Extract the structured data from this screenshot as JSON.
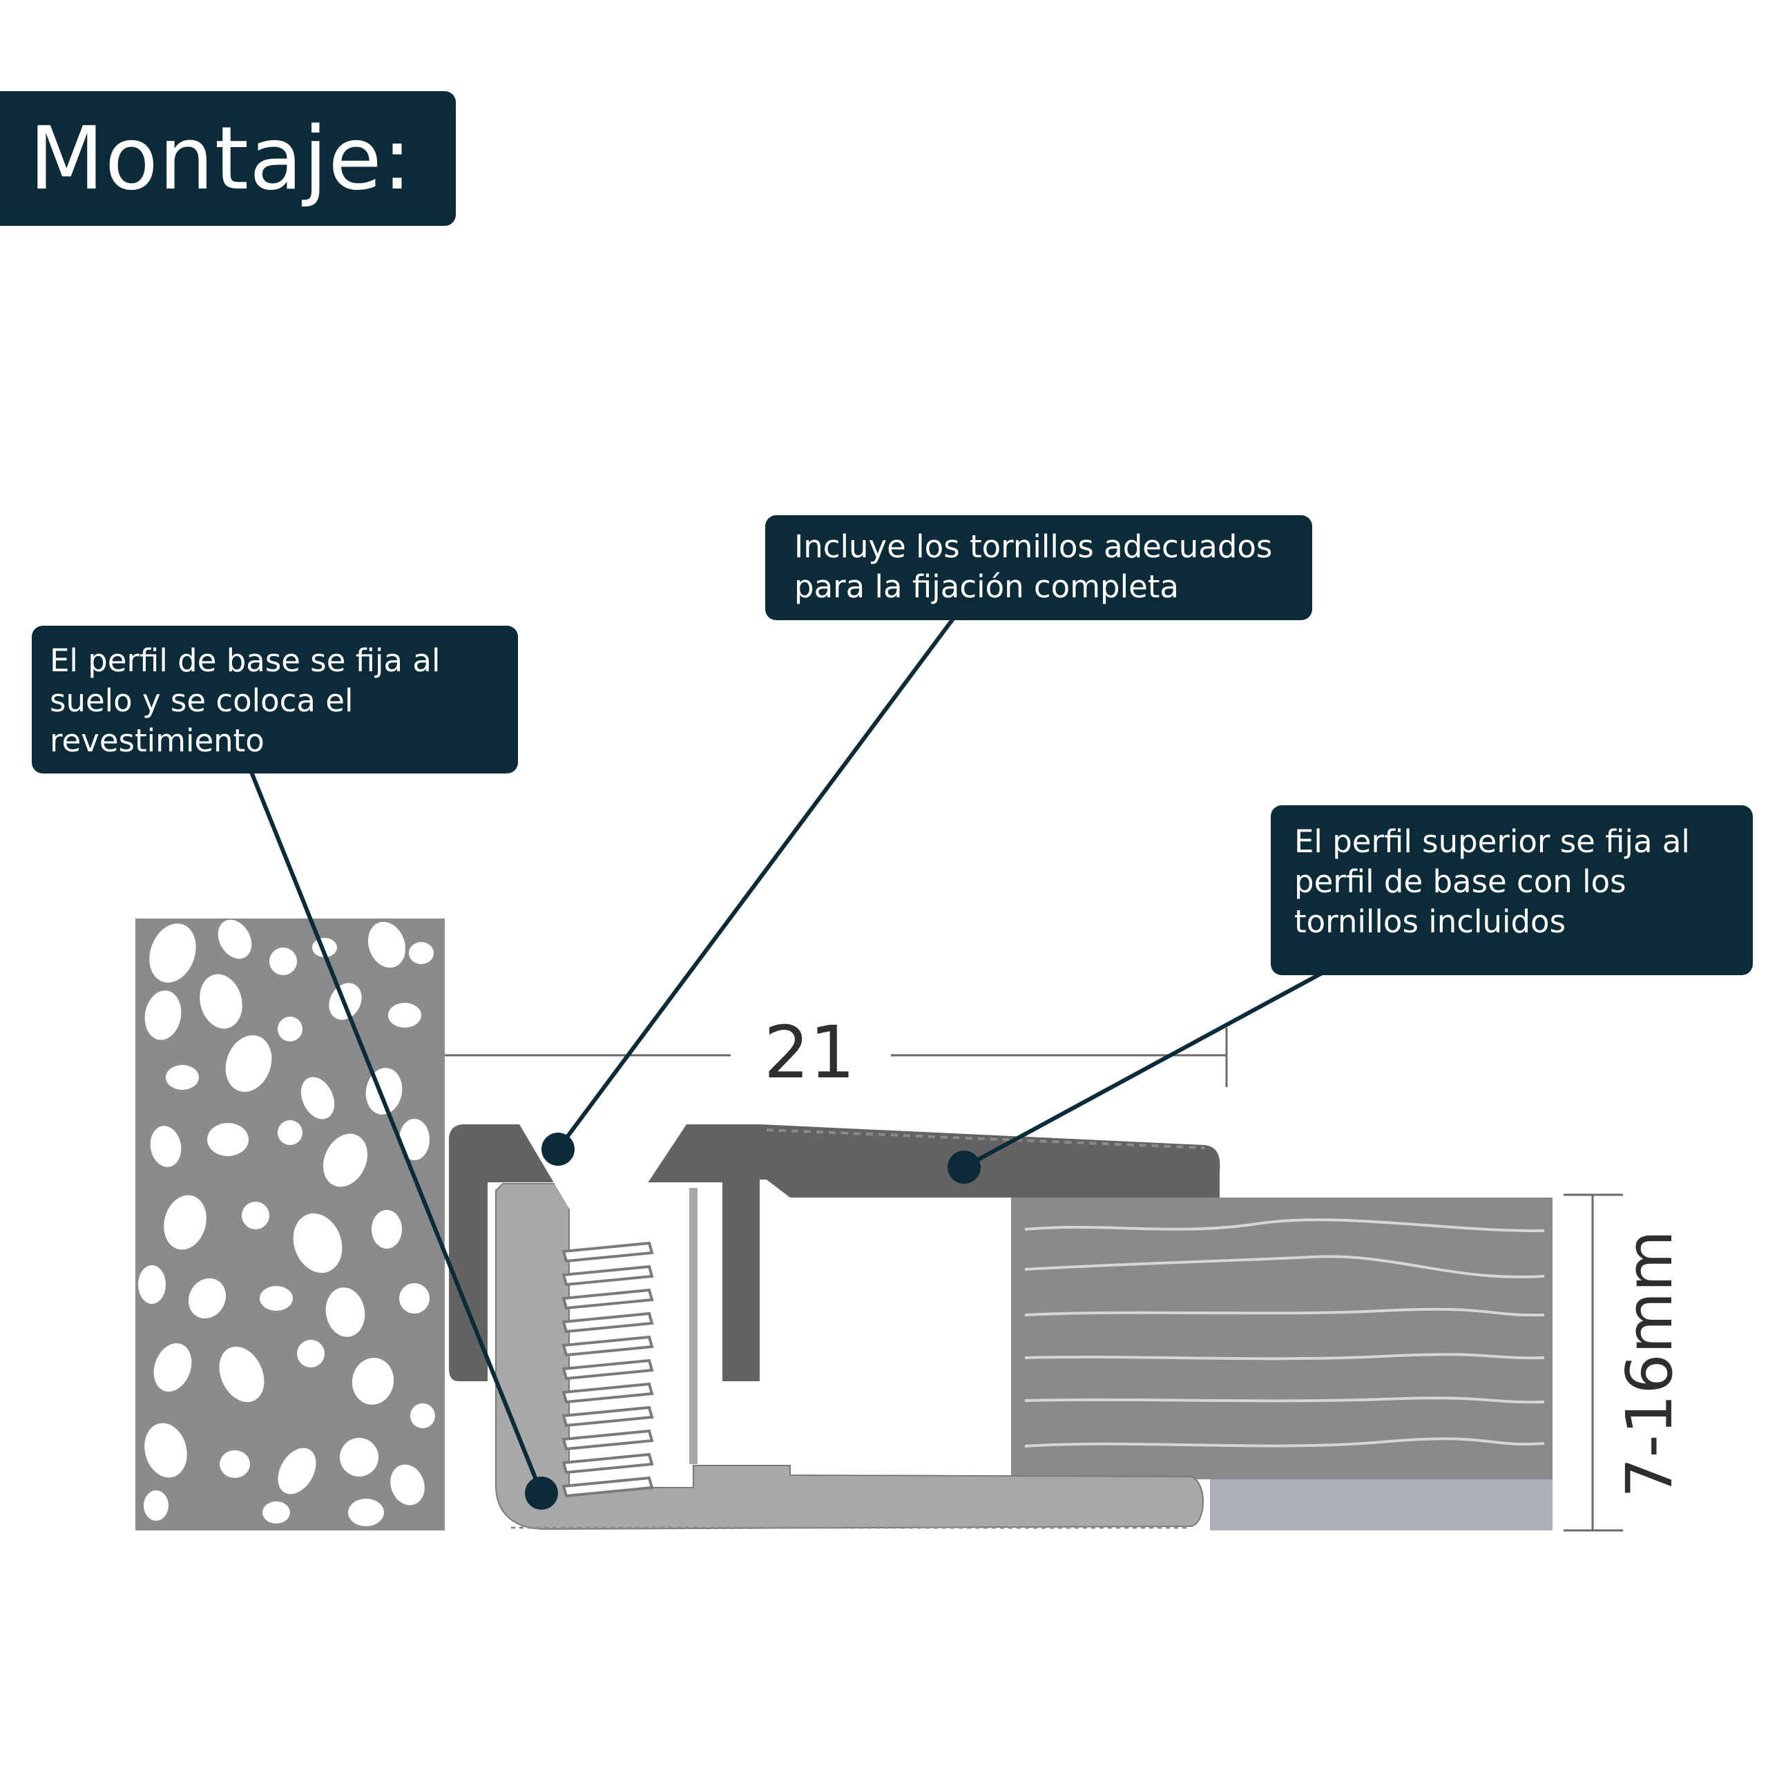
{
  "title": "Montaje:",
  "callouts": {
    "screws": "Incluye los tornillos adecuados\npara la fijación completa",
    "base_profile": "El perfil de base se fija al\nsuelo y se coloca el\nrevestimiento",
    "top_profile": "El perfil superior se fija al\nperfil de base con los\ntornillos incluidos"
  },
  "dimensions": {
    "width": "21",
    "height": "7-16mm"
  },
  "colors": {
    "callout_bg": "#0c2b38",
    "callout_text": "#ffffff",
    "stone": "#8b8b8d",
    "top_profile": "#656263",
    "base_profile": "#a8a8a9",
    "wood": "#8a8a8c",
    "leader_line": "#0c2b38"
  }
}
